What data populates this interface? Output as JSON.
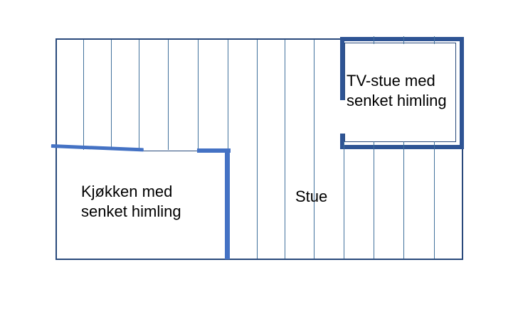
{
  "rooms": {
    "kitchen": {
      "label": "Kjøkken med senket himling"
    },
    "living": {
      "label": "Stue"
    },
    "tv": {
      "label": "TV-stue med senket himling"
    }
  },
  "colors": {
    "outline": "#29497B",
    "joist_line": "#41719C",
    "kitchen_highlight": "#4472C4",
    "tv_room_border": "#2E5494",
    "text": "#000000",
    "background": "#FFFFFF"
  },
  "floorplan": {
    "joist_lines_x": [
      117,
      156,
      195,
      236,
      278,
      320,
      361,
      400,
      441,
      483,
      525,
      567,
      610
    ],
    "tv_top_ticks_x": [
      525,
      567,
      610
    ],
    "tv_bottom_ticks_x": [
      483,
      525,
      567,
      610
    ]
  }
}
